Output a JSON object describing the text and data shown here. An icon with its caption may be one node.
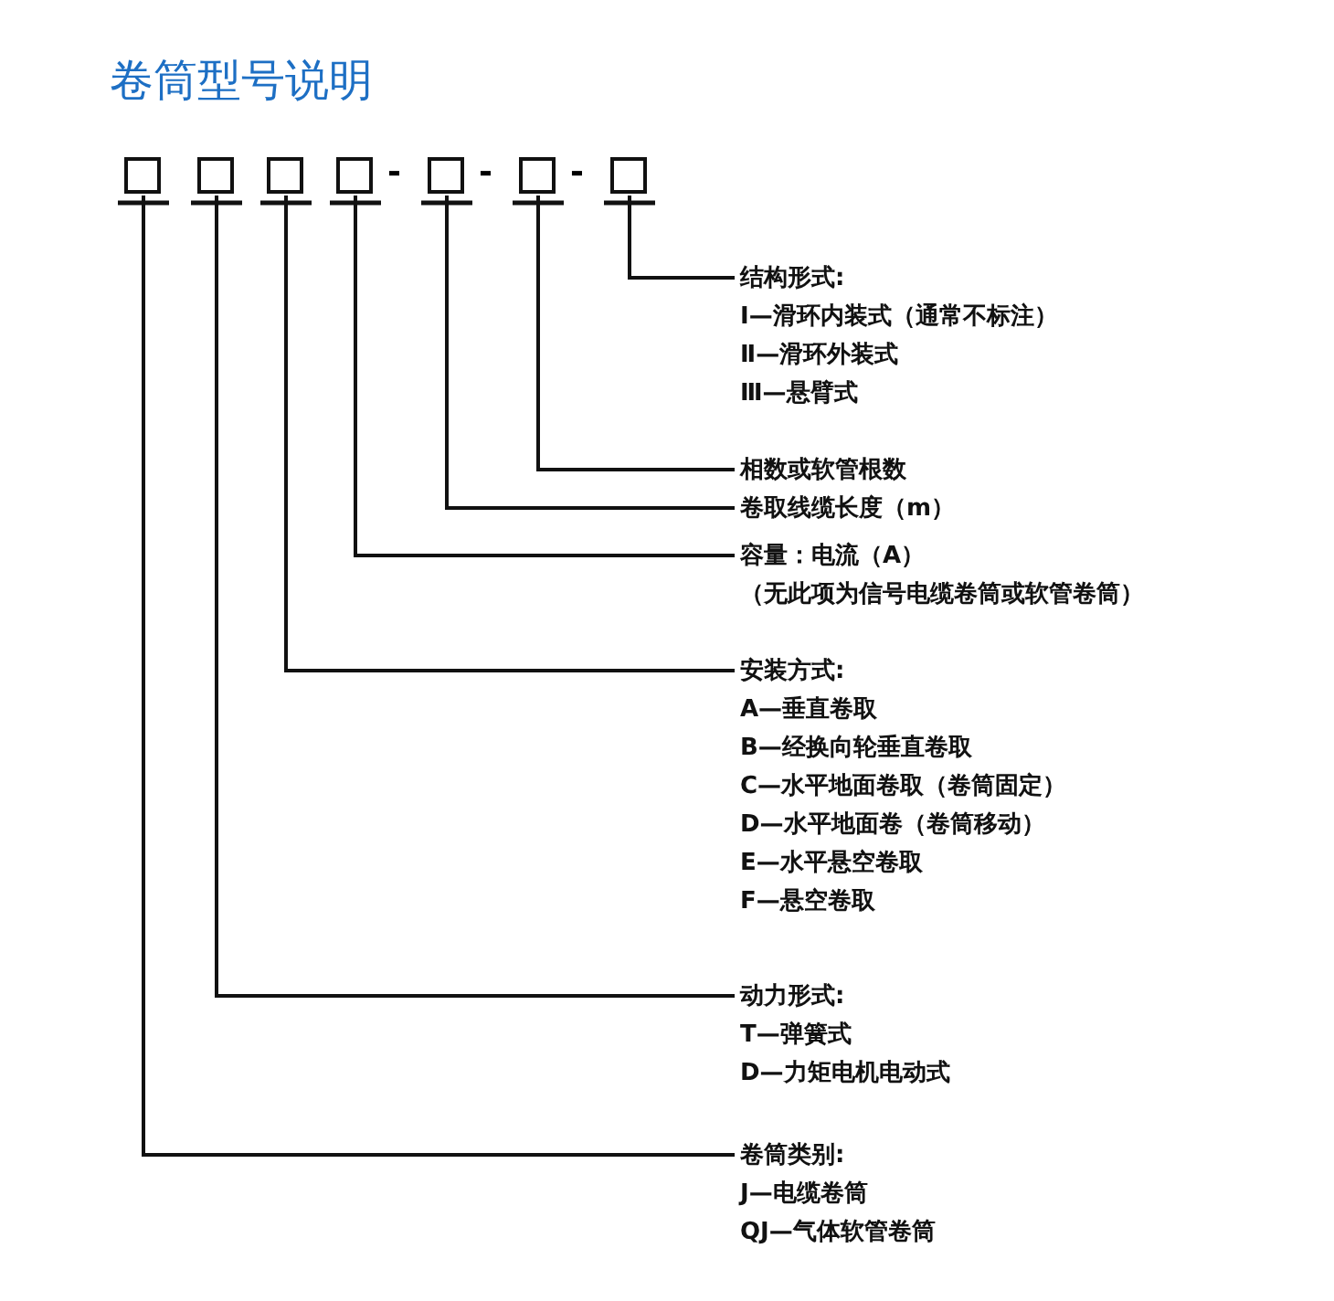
{
  "diagram": {
    "title": "卷筒型号说明",
    "nodes": [
      {
        "text": [],
        "shape": "box"
      },
      {
        "text": [],
        "shape": "box"
      },
      {
        "text": [],
        "shape": "box"
      },
      {
        "text": [],
        "shape": "box"
      },
      {
        "text": [],
        "shape": "box"
      },
      {
        "text": [],
        "shape": "box"
      },
      {
        "text": [],
        "shape": "box"
      },
      {
        "text": [
          "结构形式:",
          "Ⅰ—滑环内装式（通常不标注）",
          "Ⅱ—滑环外装式",
          "Ⅲ—悬臂式"
        ]
      },
      {
        "text": [
          "相数或软管根数"
        ]
      },
      {
        "text": [
          "卷取线缆长度（m）"
        ]
      },
      {
        "text": [
          "容量：电流（A）",
          "（无此项为信号电缆卷筒或软管卷筒）"
        ]
      },
      {
        "text": [
          "安装方式:",
          "A—垂直卷取",
          "B—经换向轮垂直卷取",
          "C—水平地面卷取（卷筒固定）",
          "D—水平地面卷（卷筒移动）",
          "E—水平悬空卷取",
          "F—悬空卷取"
        ]
      },
      {
        "text": [
          "动力形式:",
          "T—弹簧式",
          "D—力矩电机电动式"
        ]
      },
      {
        "text": [
          "卷筒类别:",
          "J—电缆卷筒",
          "QJ—气体软管卷筒"
        ]
      }
    ],
    "edges": [
      {
        "from": 6,
        "to": 7,
        "arrow": "none"
      },
      {
        "from": 5,
        "to": 8,
        "arrow": "none"
      },
      {
        "from": 4,
        "to": 9,
        "arrow": "none"
      },
      {
        "from": 3,
        "to": 10,
        "arrow": "none"
      },
      {
        "from": 2,
        "to": 11,
        "arrow": "none"
      },
      {
        "from": 1,
        "to": 12,
        "arrow": "none"
      },
      {
        "from": 0,
        "to": 13,
        "arrow": "none"
      }
    ],
    "labels": [
      "-",
      "-",
      "-"
    ]
  }
}
